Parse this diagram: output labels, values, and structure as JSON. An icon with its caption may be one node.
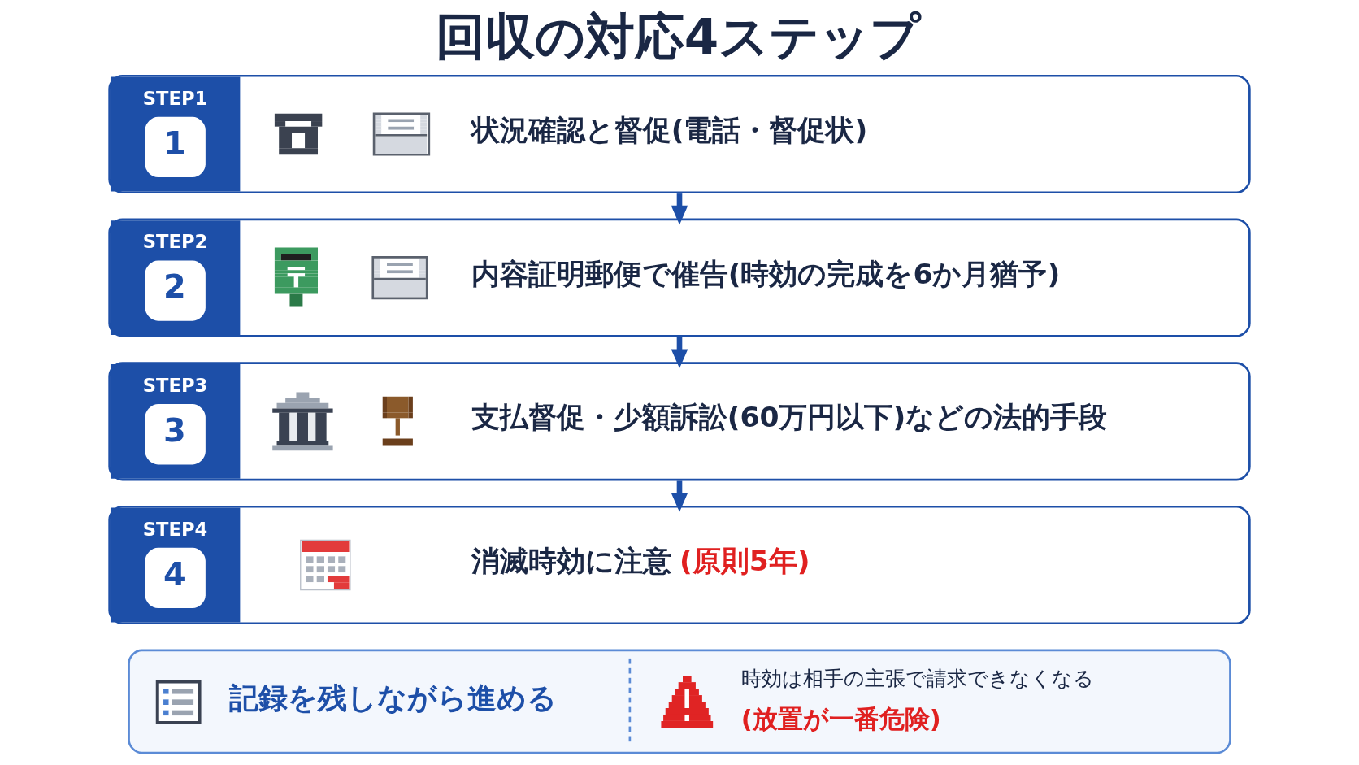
{
  "diagram": {
    "title": "回収の対応4ステップ",
    "nodes": [
      {
        "text": [
          "STEP1",
          "1",
          "状況確認と督促(電話・督促状)"
        ]
      },
      {
        "text": [
          "STEP2",
          "2",
          "内容証明郵便で催告(時効の完成を6か月猶予)"
        ]
      },
      {
        "text": [
          "STEP3",
          "3",
          "支払督促・少額訴訟(60万円以下)などの法的手段"
        ]
      },
      {
        "text": [
          "STEP4",
          "4",
          "消滅時効に注意",
          "(原則5年)"
        ]
      },
      {
        "text": [
          "記録を残しながら進める",
          "時効は相手の主張で請求できなくなる",
          "(放置が一番危険)"
        ]
      }
    ],
    "edges": [
      {
        "from": 0,
        "to": 1,
        "arrow": "to"
      },
      {
        "from": 1,
        "to": 2,
        "arrow": "to"
      },
      {
        "from": 2,
        "to": 3,
        "arrow": "to"
      }
    ]
  }
}
